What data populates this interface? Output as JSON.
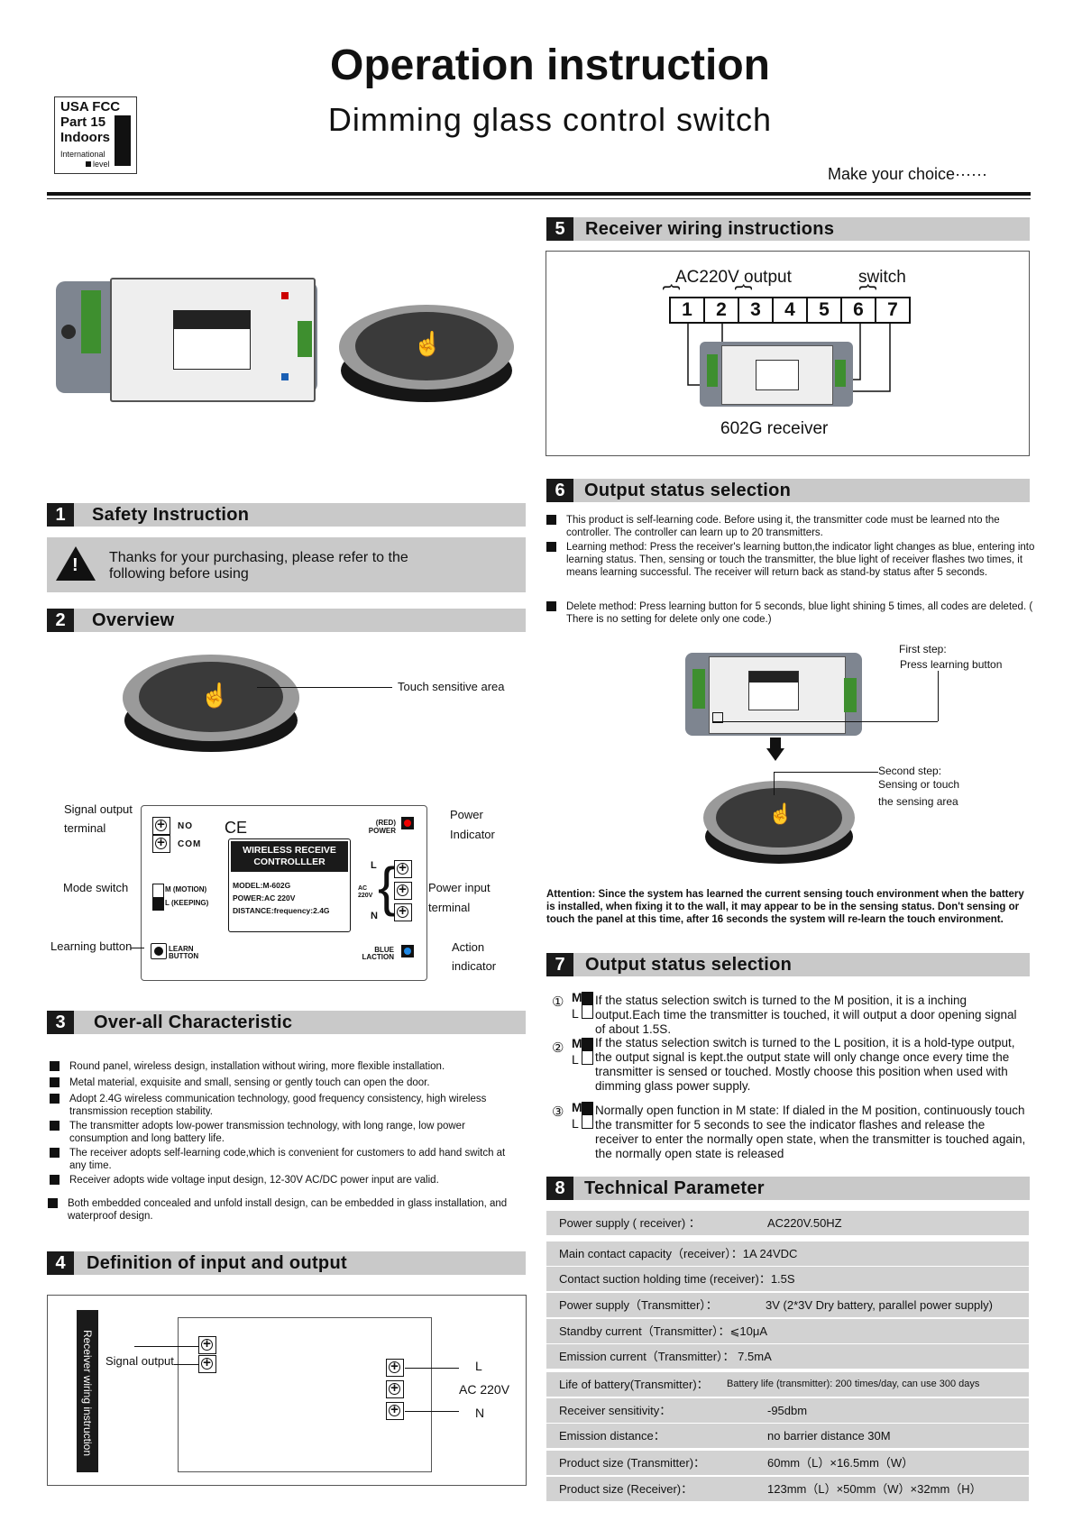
{
  "header": {
    "title": "Operation instruction",
    "subtitle": "Dimming glass control switch",
    "tagline": "Make  your choice······",
    "badge": {
      "line1": "USA FCC",
      "line2": "Part  15",
      "line3": "Indoors",
      "line4": "International",
      "line5": "level"
    }
  },
  "device": {
    "no": "NO",
    "com": "COM",
    "ce": "CE",
    "label_title": "WIRELESS RECEIVE CONTROLLLER",
    "model": "MODEL:M-602G",
    "power": "POWER:AC 220V",
    "distance": "DISTANCE:frequency:2.4G",
    "red_power": "(RED) POWER",
    "motion": "M (MOTION)",
    "keeping": "L (KEEPING)",
    "learn_button": "LEARN BUTTON",
    "blue_laction": "BLUE LACTION",
    "ac220v": "AC 220V",
    "l": "L",
    "n": "N",
    "touch": "TOUCH"
  },
  "s1": {
    "num": "1",
    "title": "Safety Instruction",
    "warning": "Thanks for your purchasing, please refer to the following before using"
  },
  "s2": {
    "num": "2",
    "title": "Overview",
    "touch_area": "Touch sensitive area",
    "signal_output": "Signal output",
    "terminal": "terminal",
    "mode_switch": "Mode switch",
    "learning_button": "Learning button",
    "power": "Power",
    "indicator": "Indicator",
    "power_input": "Power input",
    "terminal2": "terminal",
    "action": "Action",
    "indicator2": "indicator"
  },
  "s3": {
    "num": "3",
    "title": "Over-all Characteristic",
    "items": [
      "Round panel, wireless design, installation without wiring, more flexible installation.",
      "Metal material, exquisite and small, sensing or gently  touch can open the door.",
      "Adopt 2.4G wireless communication technology, good frequency consistency, high wireless transmission reception stability.",
      "The transmitter adopts low-power transmission technology, with long range, low power consumption and long battery life.",
      "The receiver adopts self-learning code,which is convenient for customers to add hand switch at any time.",
      "Receiver adopts wide voltage input design, 12-30V AC/DC power input are valid.",
      "Both embedded concealed and unfold install design, can be embedded in glass installation, and waterproof design."
    ]
  },
  "s4": {
    "num": "4",
    "title": "Definition of input and output",
    "vertical": "Receiver wiring instruction",
    "signal_output": "Signal output",
    "l": "L",
    "ac": "AC 220V",
    "n": "N"
  },
  "s5": {
    "num": "5",
    "title": "Receiver wiring instructions",
    "ac_output": "AC220V  output",
    "switch": "switch",
    "terminals": [
      "1",
      "2",
      "3",
      "4",
      "5",
      "6",
      "7"
    ],
    "receiver": "602G receiver"
  },
  "s6": {
    "num": "6",
    "title": "Output status selection",
    "items": [
      "This product is self-learning code. Before using it, the transmitter code must be learned nto the controller. The controller can learn up to 20 transmitters.",
      "Learning method: Press the receiver's learning button,the indicator light changes as blue, entering into learning status. Then, sensing or touch the transmitter, the blue light of receiver flashes two times, it means learning successful. The receiver will return back as stand-by status after 5 seconds.",
      "Delete method: Press learning button for 5 seconds, blue light shining 5 times, all codes are deleted. ( There is no setting for delete only one code.)"
    ],
    "first_step": "First step:",
    "first_step_desc": "Press learning button",
    "second_step": "Second step:",
    "second_step_desc1": "Sensing  or  touch",
    "second_step_desc2": "the  sensing  area",
    "attention": "Attention: Since the system has learned the current sensing  touch environment when the battery is installed, when fixing it to the wall, it may appear to be in the sensing status. Don't sensing or touch the panel at this time, after 16 seconds the system will re-learn the touch environment."
  },
  "s7": {
    "num": "7",
    "title": "Output status selection",
    "items": [
      {
        "mark": "①",
        "m": "M",
        "l": "L",
        "text": "If the status selection switch is turned to the M position, it is a inching output.Each time the transmitter is touched, it will output a door opening signal of about 1.5S."
      },
      {
        "mark": "②",
        "m": "M",
        "l": "L",
        "text": "If the status selection switch is turned to the L position, it is a hold-type output, the output signal is kept.the output state will only change once every time the transmitter is sensed or touched. Mostly choose this position when used with dimming glass power supply."
      },
      {
        "mark": "③",
        "m": "M",
        "l": "L",
        "text": "Normally open function in M state: If dialed in the M position, continuously touch the transmitter for 5 seconds to see the indicator flashes and release the receiver to enter the normally open state, when the transmitter is touched again, the normally open state is released"
      }
    ]
  },
  "s8": {
    "num": "8",
    "title": "Technical Parameter",
    "rows": [
      {
        "k": "Power supply ( receiver) ：",
        "v": "AC220V.50HZ"
      },
      {
        "k": "Main contact capacity（receiver）：1A  24VDC",
        "v": ""
      },
      {
        "k": "Contact suction holding time (receiver)：1.5S",
        "v": ""
      },
      {
        "k": "Power supply（Transmitter）：",
        "v": "3V (2*3V Dry battery, parallel power supply)"
      },
      {
        "k": "Standby current（Transmitter）：⩽10μA",
        "v": ""
      },
      {
        "k": "Emission current（Transmitter）： 7.5mA",
        "v": ""
      },
      {
        "k": "Life of battery(Transmitter)：",
        "v": "Battery life (transmitter):  200 times/day, can use 300 days"
      },
      {
        "k": "Receiver sensitivity：",
        "v": "-95dbm"
      },
      {
        "k": "Emission distance：",
        "v": "no barrier distance 30M"
      },
      {
        "k": "Product size (Transmitter)：",
        "v": "60mm（L）×16.5mm（W）"
      },
      {
        "k": "Product size (Receiver)：",
        "v": "123mm（L）×50mm（W）×32mm（H）"
      }
    ]
  }
}
